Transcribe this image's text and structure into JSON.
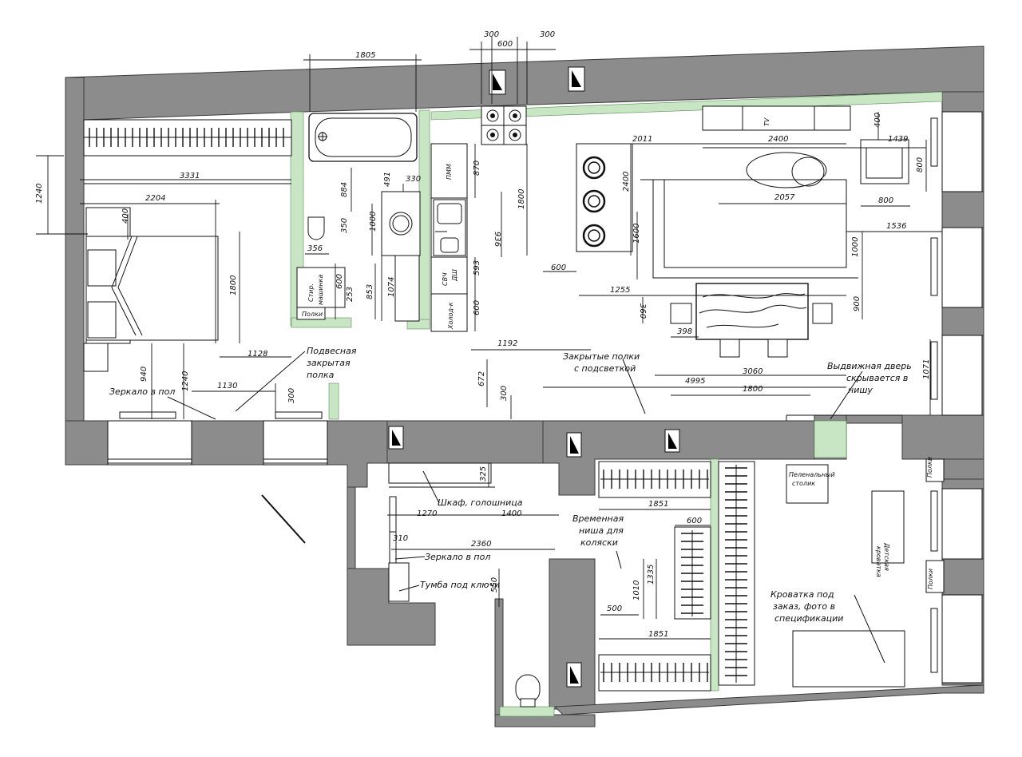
{
  "plan": {
    "dimensions": {
      "d1805": "1805",
      "d300a": "300",
      "d600a": "600",
      "d300b": "300",
      "d1240a": "1240",
      "d3331": "3331",
      "d2204": "2204",
      "d400a": "400",
      "d1800a": "1800",
      "d1128": "1128",
      "d940": "940",
      "d1240b": "1240",
      "d1130": "1130",
      "d300c": "300",
      "d884": "884",
      "d491": "491",
      "d330": "330",
      "d1000a": "1000",
      "d350": "350",
      "d356": "356",
      "d600b": "600",
      "d853": "853",
      "d253": "253",
      "d1074": "1074",
      "d870": "870",
      "d1800b": "1800",
      "d936": "936",
      "d593": "593",
      "d600c": "600",
      "d1192": "1192",
      "d2011": "2011",
      "d2400a": "2400",
      "d1600": "1600",
      "d600d": "600",
      "d1255": "1255",
      "d2400b": "2400",
      "d400b": "400",
      "d1439": "1439",
      "d800a": "800",
      "d800b": "800",
      "d2057": "2057",
      "d1536": "1536",
      "d1000b": "1000",
      "d900": "900",
      "d360": "360",
      "d398": "398",
      "d3060": "3060",
      "d4995": "4995",
      "d1800c": "1800",
      "d672": "672",
      "d300d": "300",
      "d1071": "1071",
      "d325": "325",
      "d1270": "1270",
      "d1400": "1400",
      "d310": "310",
      "d2360": "2360",
      "d550": "550",
      "d1851a": "1851",
      "d600e": "600",
      "d1335": "1335",
      "d1010": "1010",
      "d500": "500",
      "d1851b": "1851"
    },
    "labels": {
      "tv": "TV",
      "pmm": "ПММ",
      "svch": "СВЧ",
      "dsh": "ДШ",
      "fridge": "Холод-к",
      "washer1": "Стир.",
      "washer2": "машинка",
      "shelves1": "Полки",
      "shelves2": "Полки",
      "shelves3": "Полки",
      "changing1": "Пеленальный",
      "changing2": "столик",
      "cot1": "Детская",
      "cot2": "кроватка"
    },
    "notes": {
      "hanging1": "Подвесная",
      "hanging2": "закрытая",
      "hanging3": "полка",
      "mirror1": "Зеркало в пол",
      "closed1": "Закрытые полки",
      "closed2": "с подсветкой",
      "sliding1": "Выдвижная дверь",
      "sliding2": "скрывается  в",
      "sliding3": "нишу",
      "wardrobe": "Шкаф, голошница",
      "mirror2": "Зеркало в пол",
      "keys": "Тумба под ключи",
      "niche1": "Временная",
      "niche2": "ниша для",
      "niche3": "коляски",
      "crib1": "Кроватка    под",
      "crib2": "заказ, фото в",
      "crib3": "спецификации"
    }
  }
}
